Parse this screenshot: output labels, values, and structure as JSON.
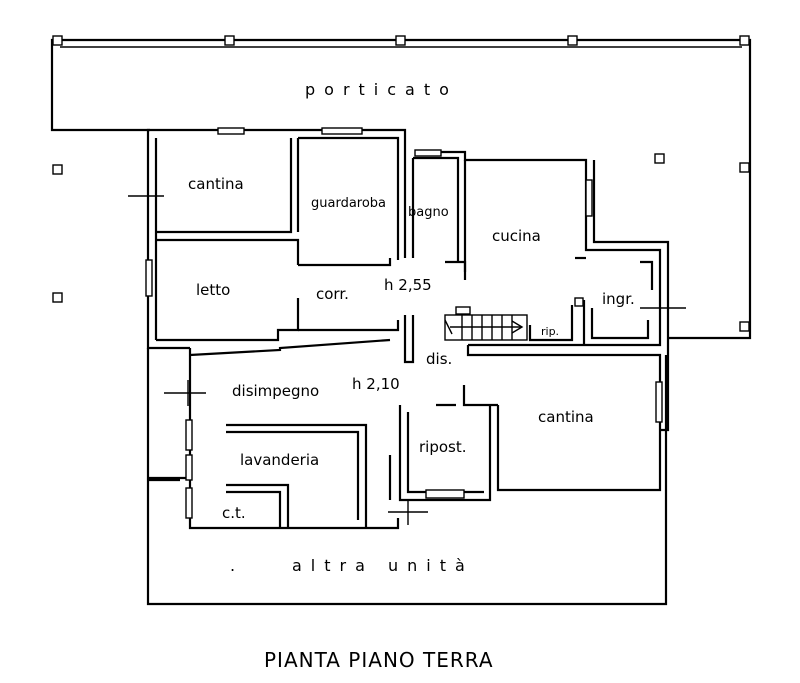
{
  "plan": {
    "title": "PIANTA PIANO TERRA",
    "rooms": {
      "porticato": "porticato",
      "cantina_top": "cantina",
      "guardaroba": "guardaroba",
      "bagno": "bagno",
      "cucina": "cucina",
      "letto": "letto",
      "corr": "corr.",
      "height_upper": "h 2,55",
      "ingr": "ingr.",
      "rip": "rip.",
      "dis": "dis.",
      "disimpegno": "disimpegno",
      "height_lower": "h 2,10",
      "cantina_right": "cantina",
      "lavanderia": "lavanderia",
      "ripost": "ripost.",
      "ct": "c.t.",
      "altra_unita": "altra unità",
      "dot": "."
    }
  }
}
